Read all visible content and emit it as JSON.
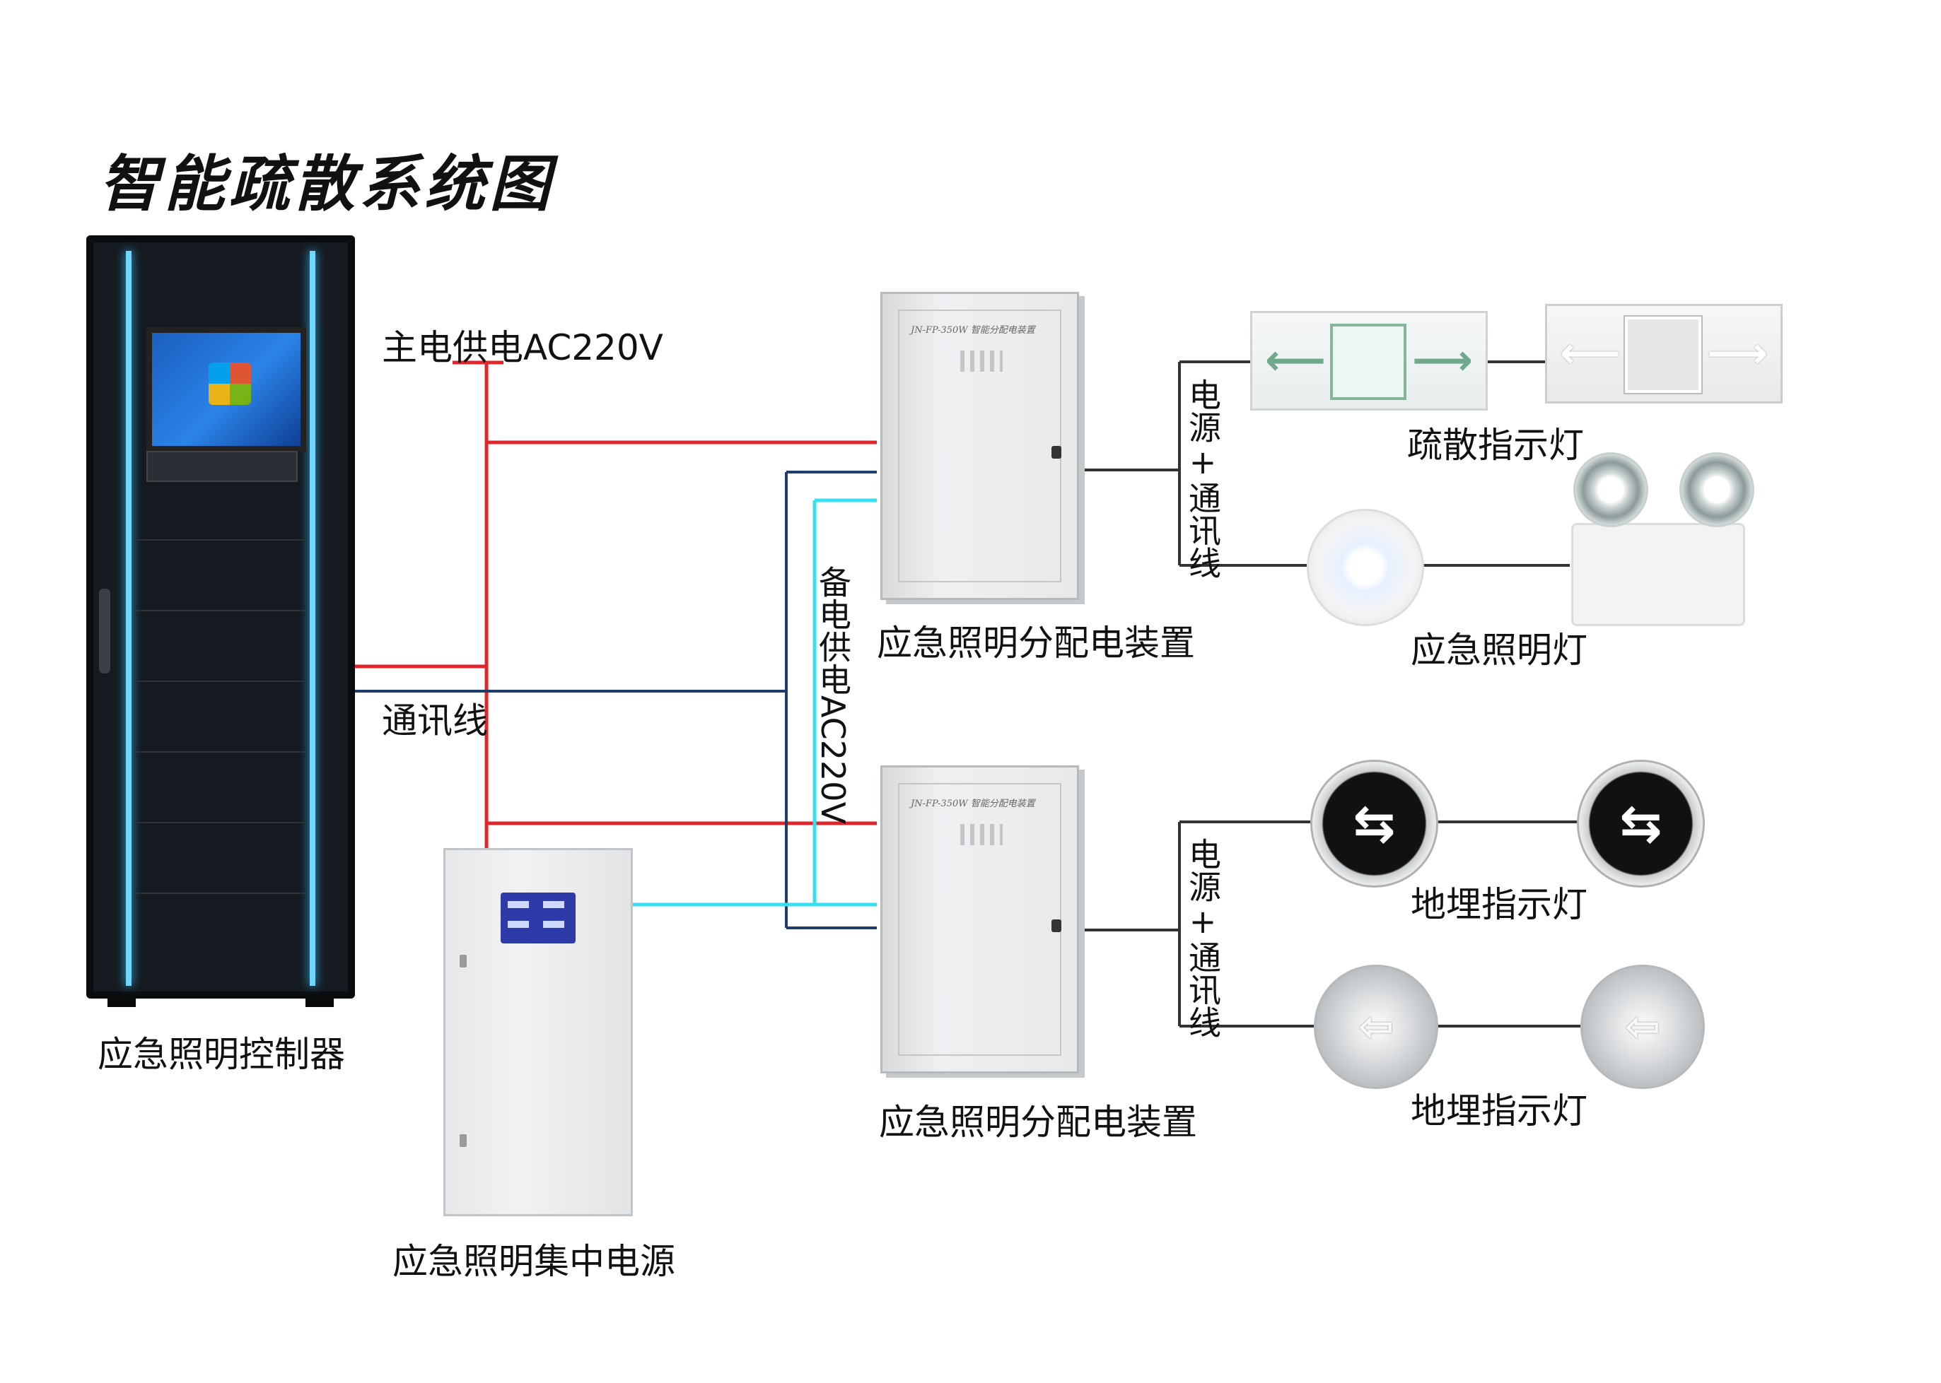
{
  "title": "智能疏散系统图",
  "labels": {
    "main_power": "主电供电AC220V",
    "comm_line": "通讯线",
    "backup_power": "备电供电AC220V",
    "power_comm_1": "电源+通讯线",
    "power_comm_2": "电源+通讯线",
    "controller": "应急照明控制器",
    "central_power": "应急照明集中电源",
    "distribution_1": "应急照明分配电装置",
    "distribution_2": "应急照明分配电装置",
    "evac_sign": "疏散指示灯",
    "emergency_light": "应急照明灯",
    "floor_light_1": "地埋指示灯",
    "floor_light_2": "地埋指示灯"
  },
  "device_text": {
    "dist_brand_1": "JN-FP-350W 智能分配电装置",
    "dist_brand_2": "JN-FP-350W 智能分配电装置"
  },
  "colors": {
    "main_power_line": "#e0262b",
    "comm_line": "#1f3d6b",
    "backup_power_line": "#37e0f0",
    "device_line": "#333333"
  }
}
